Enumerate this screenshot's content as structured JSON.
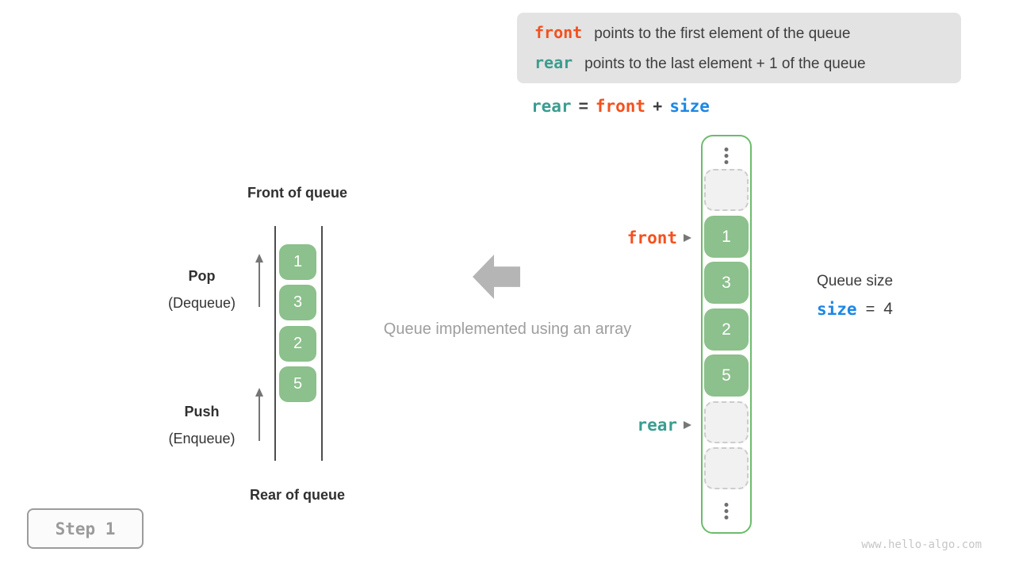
{
  "colors": {
    "orange": "#f4511e",
    "teal": "#3a9d8f",
    "blue": "#1c87e5",
    "green_cell": "#8cc08c",
    "green_border": "#6dbb6d",
    "dark_text": "#3d3d3d",
    "muted_text": "#9e9e9e",
    "legend_bg": "#e3e3e3"
  },
  "legend": {
    "line1": {
      "keyword": "front",
      "description": "points to the first element of the queue"
    },
    "line2": {
      "keyword": "rear",
      "description": "points to the last element + 1 of the queue"
    }
  },
  "formula": {
    "lhs": "rear",
    "equals": "=",
    "operand1": "front",
    "plus": "+",
    "operand2": "size"
  },
  "abstract_queue": {
    "front_label": "Front of queue",
    "rear_label": "Rear of queue",
    "pop_title": "Pop",
    "pop_subtitle": "(Dequeue)",
    "push_title": "Push",
    "push_subtitle": "(Enqueue)",
    "values": [
      "1",
      "3",
      "2",
      "5"
    ]
  },
  "caption": "Queue implemented using an array",
  "array_queue": {
    "front_pointer": "front",
    "rear_pointer": "rear",
    "values": [
      "1",
      "3",
      "2",
      "5"
    ]
  },
  "queue_size": {
    "label": "Queue size",
    "variable": "size",
    "equals": "=",
    "value": "4"
  },
  "step_badge": {
    "label": "Step 1"
  },
  "watermark": "www.hello-algo.com"
}
